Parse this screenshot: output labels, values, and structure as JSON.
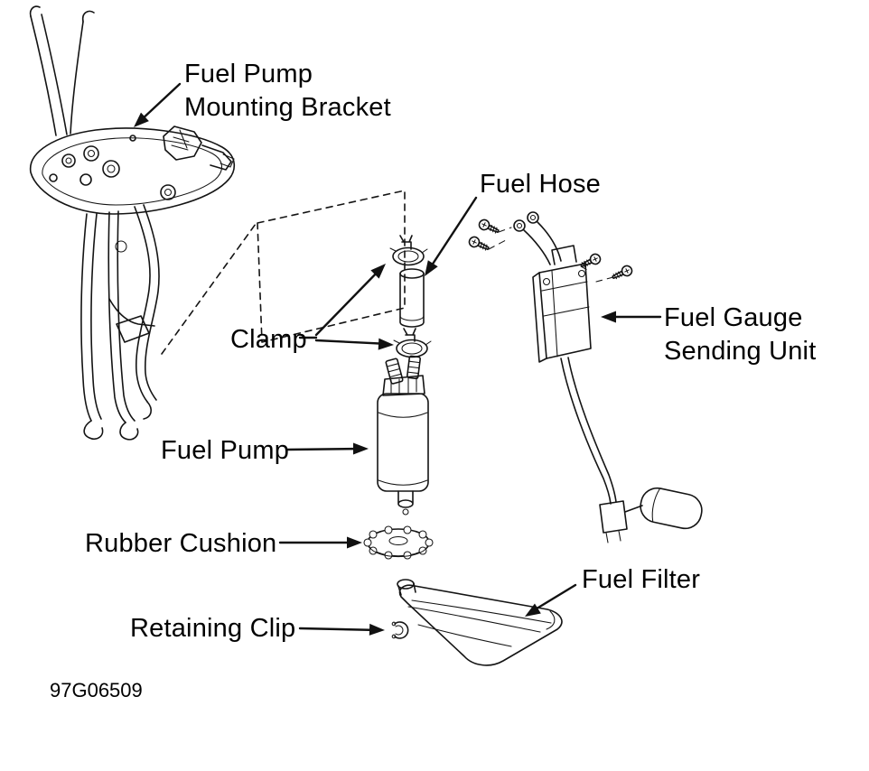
{
  "diagram": {
    "figure_code": "97G06509",
    "labels": {
      "mounting_bracket": "Fuel Pump\nMounting Bracket",
      "fuel_hose": "Fuel Hose",
      "clamp": "Clamp",
      "fuel_pump": "Fuel Pump",
      "rubber_cushion": "Rubber Cushion",
      "retaining_clip": "Retaining Clip",
      "sending_unit": "Fuel Gauge\nSending Unit",
      "fuel_filter": "Fuel Filter"
    },
    "colors": {
      "ink": "#141414",
      "background": "#ffffff"
    }
  }
}
